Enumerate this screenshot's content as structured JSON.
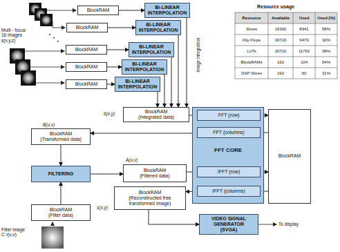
{
  "diagram": {
    "nodes": [
      {
        "text": [
          "BlockRAM"
        ]
      },
      {
        "text": [
          "Bi-LINEAR INTERPOLATION"
        ]
      },
      {
        "text": [
          "BlockRAM"
        ]
      },
      {
        "text": [
          "Bi-LINEAR INTERPOLATION"
        ]
      },
      {
        "text": [
          "BlockRAM"
        ]
      },
      {
        "text": [
          "Bi-LINEAR INTERPOLATION"
        ]
      },
      {
        "text": [
          "BlockRAM"
        ]
      },
      {
        "text": [
          "Bi-LINEAR INTERPOLATION"
        ]
      },
      {
        "text": [
          "BlockRAM"
        ]
      },
      {
        "text": [
          "Bi-LINEAR INTERPOLATION"
        ]
      },
      {
        "text": [
          "BlockRAM",
          "(Integrated data)"
        ]
      },
      {
        "text": [
          "BlockRAM",
          "(Transformed data)"
        ]
      },
      {
        "text": [
          "FFT CORE"
        ]
      },
      {
        "text": [
          "FFT (row)"
        ],
        "in": 12
      },
      {
        "text": [
          "FFT (columns)"
        ],
        "in": 12
      },
      {
        "text": [
          "IFFT (row)"
        ],
        "in": 12
      },
      {
        "text": [
          "IFFT (columns)"
        ],
        "in": 12
      },
      {
        "text": [
          "BlockRAM"
        ]
      },
      {
        "text": [
          "FILTERING"
        ]
      },
      {
        "text": [
          "BlockRAM",
          "(Filtered data)"
        ]
      },
      {
        "text": [
          "BlockRAM",
          "(Filter data)"
        ]
      },
      {
        "text": [
          "BlockRAM",
          "(Reconstructed free transformed image)"
        ]
      },
      {
        "text": [
          "VIDEO SIGNAL GENERATOR",
          "(SVGA)"
        ]
      }
    ],
    "edges": [
      {
        "from": 0,
        "to": 1,
        "arrow": "to"
      },
      {
        "from": 2,
        "to": 3,
        "arrow": "to"
      },
      {
        "from": 4,
        "to": 5,
        "arrow": "to"
      },
      {
        "from": 6,
        "to": 7,
        "arrow": "to"
      },
      {
        "from": 8,
        "to": 9,
        "arrow": "to"
      },
      {
        "from": 1,
        "to": 10,
        "arrow": "to"
      },
      {
        "from": 3,
        "to": 10,
        "arrow": "to"
      },
      {
        "from": 5,
        "to": 10,
        "arrow": "to"
      },
      {
        "from": 7,
        "to": 10,
        "arrow": "to"
      },
      {
        "from": 9,
        "to": 10,
        "arrow": "to"
      },
      {
        "from": 10,
        "to": 13,
        "arrow": "to"
      },
      {
        "from": 13,
        "to": 17,
        "arrow": "to"
      },
      {
        "from": 17,
        "to": 14,
        "arrow": "to"
      },
      {
        "from": 14,
        "to": 11,
        "arrow": "to"
      },
      {
        "from": 11,
        "to": 18,
        "arrow": "to"
      },
      {
        "from": 20,
        "to": 18,
        "arrow": "to"
      },
      {
        "from": 18,
        "to": 19,
        "arrow": "to"
      },
      {
        "from": 19,
        "to": 15,
        "arrow": "to"
      },
      {
        "from": 15,
        "to": 17,
        "arrow": "to"
      },
      {
        "from": 17,
        "to": 16,
        "arrow": "to"
      },
      {
        "from": 16,
        "to": 21,
        "arrow": "to"
      },
      {
        "from": 21,
        "to": 22,
        "arrow": "to"
      }
    ],
    "labels": [
      "Multi - focus 16 images s(x,y,z)",
      "Image integration",
      "Resource usage",
      "Resource",
      "Available",
      "Used",
      "Used [%]",
      "Slices",
      "15360",
      "8941",
      "58%",
      "Flip Flops",
      "30720",
      "9473",
      "30%",
      "LUTs",
      "30720",
      "11763",
      "38%",
      "BlockRAMs",
      "192",
      "104",
      "54%",
      "DSP Slices",
      "192",
      "60",
      "31%",
      "b(x,y)",
      "B(u,v)",
      "A(u,v)",
      "s(x,y)",
      "Filter image C⁻¹(u,v)",
      "To display"
    ]
  }
}
